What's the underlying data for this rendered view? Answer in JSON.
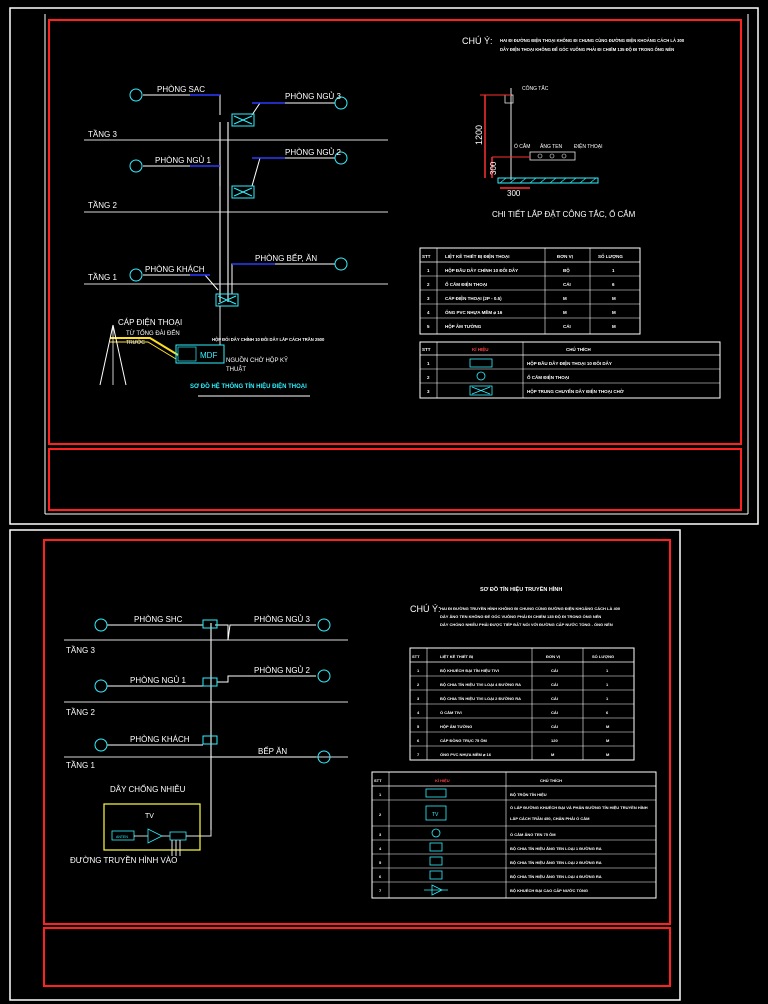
{
  "colors": {
    "background": "#000000",
    "frame_white": "#ffffff",
    "frame_red": "#ff2020",
    "wire_white": "#e8e8e8",
    "wire_blue": "#2a3bff",
    "wire_magenta": "#ff40ff",
    "symbol_cyan": "#30f0ff",
    "dimension_red": "#ff3030",
    "ground_yellow": "#ffff40",
    "cable_yellow": "#ffe020"
  },
  "phone_sheet": {
    "note_label": "CHÚ Ý:",
    "note_line1": "HAI ĐI ĐƯỜNG ĐIỆN THOẠI KHÔNG ĐI CHUNG CÙNG ĐƯỜNG ĐIỆN KHOẢNG CÁCH LÀ 300",
    "note_line2": "DÂY ĐIỆN THOẠI KHÔNG ĐỂ GÓC VUÔNG PHẢI ĐI CHIẾM 135 ĐỘ ĐI TRONG ỐNG NÉN",
    "floors": [
      "TẦNG 3",
      "TẦNG 2",
      "TẦNG 1"
    ],
    "rooms": {
      "sac": "PHÒNG SAC",
      "ngu3": "PHÒNG NGỦ 3",
      "ngu1": "PHÒNG NGỦ 1",
      "ngu2": "PHÒNG NGỦ 2",
      "khach": "PHÒNG KHÁCH",
      "bep": "PHÒNG BẾP, ĂN"
    },
    "cable_in": "CÁP ĐIỆN THOẠI",
    "cable_in2": "TỪ TỔNG ĐÀI ĐẾN",
    "cable_in3": "TRƯỚC",
    "mdf": "MDF",
    "mdf_note": "HỘP ĐỐI DÂY CHÍNH 10 ĐÔI DÂY LẮP CÁCH TRẦN 2500",
    "power1": "NGUỒN CHỜ HỘP KỸ",
    "power2": "THUẬT",
    "title": "SƠ ĐỒ HỆ THỐNG TÍN HIỆU ĐIỆN THOẠI",
    "detail": {
      "switch": "CÔNG TẮC",
      "socket": "Ổ CẮM",
      "antenna": "ĂNG TEN",
      "phone": "ĐIỆN THOẠI",
      "dim1": "1200",
      "dim2": "300",
      "dim3": "300",
      "caption": "CHI TIẾT LẮP ĐẶT CÔNG TẮC, Ổ CẮM"
    },
    "table1": {
      "headers": [
        "STT",
        "LIỆT KÊ THIẾT BỊ ĐIỆN THOẠI",
        "ĐƠN VỊ",
        "SỐ LƯỢNG"
      ],
      "rows": [
        [
          "1",
          "HỘP ĐẦU DÂY CHÍNH 10 ĐÔI DÂY",
          "BỘ",
          "1"
        ],
        [
          "2",
          "Ổ CẮM ĐIỆN THOẠI",
          "CÁI",
          "6"
        ],
        [
          "3",
          "CÁP ĐIỆN THOẠI (2P - 0.5)",
          "M",
          "M"
        ],
        [
          "4",
          "ỐNG PVC NHỰA MỀM ⌀ 16",
          "M",
          "M"
        ],
        [
          "5",
          "HỘP ÂM TƯỜNG",
          "CÁI",
          "M"
        ]
      ]
    },
    "table2": {
      "headers": [
        "STT",
        "KÍ HIỆU",
        "CHÚ THÍCH"
      ],
      "rows": [
        [
          "1",
          "HỘP ĐẦU DÂY ĐIỆN THOẠI 10 ĐÔI DÂY"
        ],
        [
          "2",
          "Ổ CẮM ĐIỆN THOẠI"
        ],
        [
          "3",
          "HỘP TRUNG CHUYỂN DÂY ĐIỆN THOẠI CHỜ"
        ]
      ]
    }
  },
  "tv_sheet": {
    "title": "SƠ ĐỒ TÍN HIỆU TRUYỀN HÌNH",
    "note_label": "CHÚ Ý:",
    "note_line1": "HAI ĐI ĐƯỜNG TRUYỀN HÌNH KHÔNG ĐI CHUNG CÙNG ĐƯỜNG ĐIỆN KHOẢNG CÁCH LÀ 400",
    "note_line2": "DÂY ĂNG TEN KHÔNG ĐỂ GÓC VUÔNG PHẢI ĐI CHIẾM 135 ĐỘ ĐI TRONG ỐNG NÉN",
    "note_line3": "DÂY CHỐNG NHIỄU PHẢI ĐƯỢC TIẾP ĐẤT NỐI VỚI ĐƯỜNG CẤP NƯỚC TỔNG - ỐNG NÉN",
    "floors": [
      "TẦNG 3",
      "TẦNG 2",
      "TẦNG 1"
    ],
    "rooms": {
      "shc": "PHÒNG SHC",
      "ngu3": "PHÒNG NGỦ 3",
      "ngu1": "PHÒNG NGỦ 1",
      "ngu2": "PHÒNG NGỦ 2",
      "khach": "PHÒNG KHÁCH",
      "bep": "BẾP ĂN"
    },
    "tv": "TV",
    "shield": "DÂY CHỐNG NHIỄU",
    "incoming": "ĐƯỜNG TRUYỀN HÌNH VÀO",
    "amp": "ANTEN",
    "table1": {
      "headers": [
        "STT",
        "LIỆT KÊ THIẾT BỊ",
        "ĐƠN VỊ",
        "SỐ LƯỢNG"
      ],
      "rows": [
        [
          "1",
          "BỘ KHUẾCH ĐẠI TÍN HIỆU TIVI",
          "CÁI",
          "1"
        ],
        [
          "2",
          "BỘ CHIA TÍN HIỆU TIVI LOẠI 4 ĐƯỜNG RA",
          "CÁI",
          "1"
        ],
        [
          "3",
          "BỘ CHIA TÍN HIỆU TIVI LOẠI 2 ĐƯỜNG RA",
          "CÁI",
          "1"
        ],
        [
          "4",
          "Ổ CẮM TIVI",
          "CÁI",
          "6"
        ],
        [
          "5",
          "HỘP ÂM TƯỜNG",
          "CÁI",
          "M"
        ],
        [
          "6",
          "CÁP ĐỒNG TRỤC 75 ÔM",
          "120",
          "M"
        ],
        [
          "7",
          "ỐNG PVC NHỰA MỀM ⌀ 16",
          "M",
          "M"
        ]
      ]
    },
    "table2": {
      "headers": [
        "STT",
        "KÍ HIỆU",
        "CHÚ THÍCH"
      ],
      "rows": [
        [
          "1",
          "BỘ TRỘN TÍN HIỆU"
        ],
        [
          "2",
          "Ổ LẮP ĐƯỜNG KHUẾCH ĐẠI VÀ PHÂN ĐƯỜNG TÍN HIỆU TRUYỀN HÌNH",
          "LẮP CÁCH TRẦN 450, CHÂN PHẢI Ổ CẮM"
        ],
        [
          "3",
          "Ổ CẮM ĂNG TEN 75 ÔM"
        ],
        [
          "4",
          "BỘ CHIA TÍN HIỆU ĂNG TEN LOẠI 1 ĐƯỜNG RA"
        ],
        [
          "5",
          "BỘ CHIA TÍN HIỆU ĂNG TEN LOẠI 2 ĐƯỜNG RA"
        ],
        [
          "6",
          "BỘ CHIA TÍN HIỆU ĂNG TEN LOẠI 4 ĐƯỜNG RA"
        ],
        [
          "7",
          "BỘ KHUẾCH ĐẠI CAO CẤP NƯỚC TỔNG"
        ]
      ]
    }
  }
}
